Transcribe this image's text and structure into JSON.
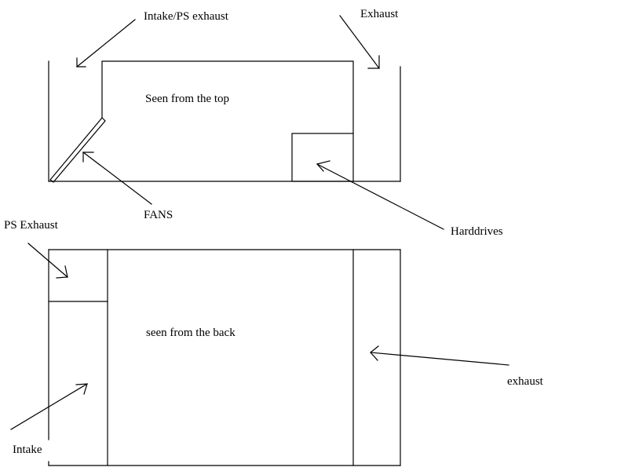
{
  "labels": {
    "intake_ps_exhaust": "Intake/PS exhaust",
    "exhaust_top": "Exhaust",
    "seen_from_top": "Seen from the top",
    "fans": "FANS",
    "harddrives": "Harddrives",
    "ps_exhaust": "PS Exhaust",
    "seen_from_back": "seen from the back",
    "exhaust_back": "exhaust",
    "intake": "Intake"
  },
  "colors": {
    "stroke": "#000000",
    "background": "#ffffff"
  }
}
